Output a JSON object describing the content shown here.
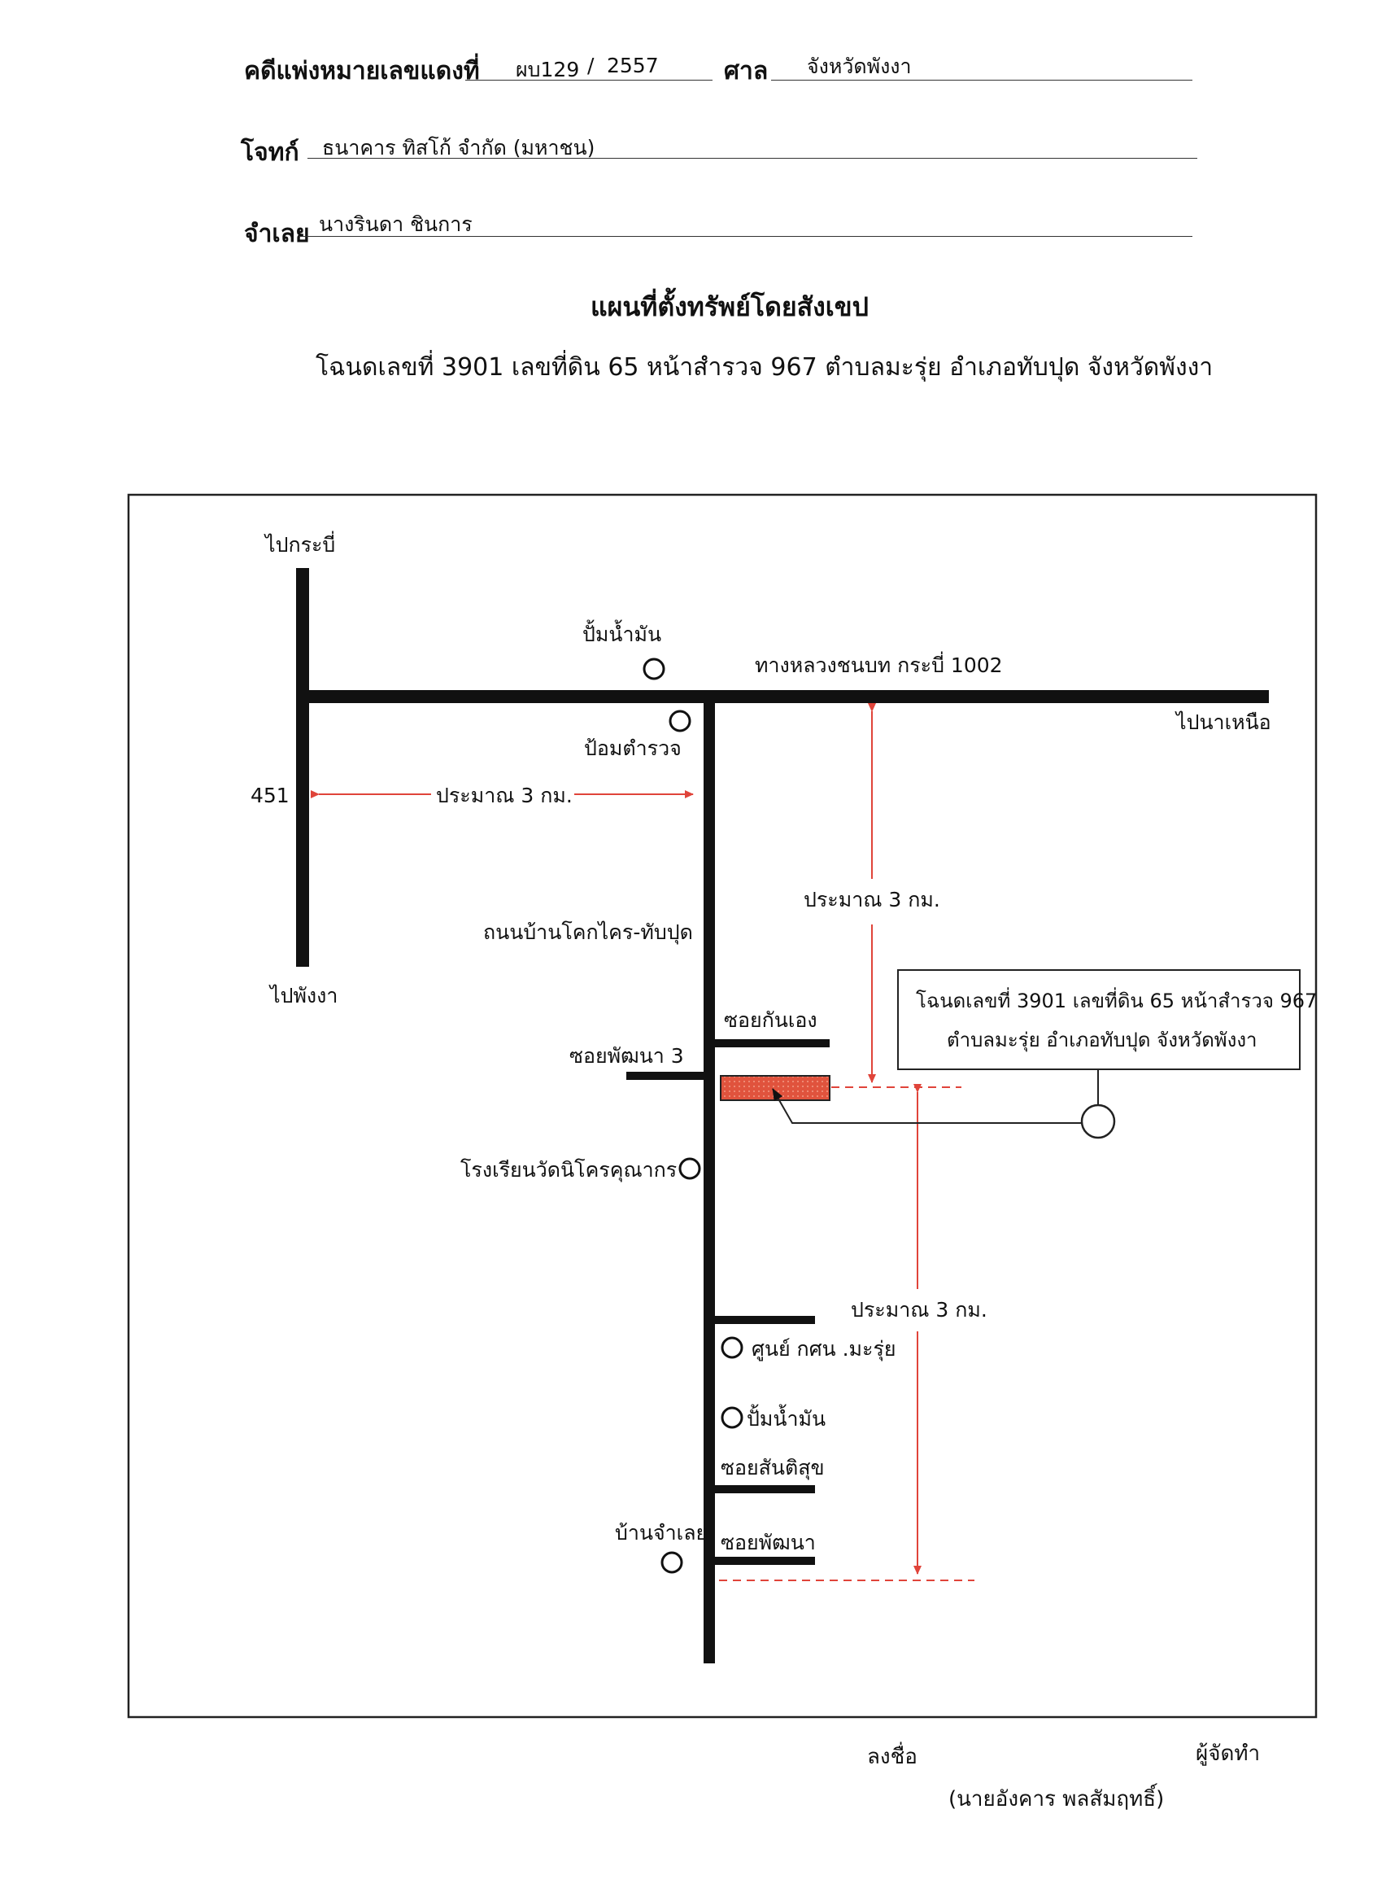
{
  "header": {
    "case_label": "คดีแพ่งหมายเลขแดงที่",
    "case_number": "ผบ129",
    "case_sep": "/",
    "case_year": "2557",
    "court_label": "ศาล",
    "court_value": "จังหวัดพังงา",
    "plaintiff_label": "โจทก์",
    "plaintiff_value": "ธนาคาร ทิสโก้ จำกัด (มหาชน)",
    "defendant_label": "จำเลย",
    "defendant_value": "นางรินดา ชินการ"
  },
  "title": "แผนที่ตั้งทรัพย์โดยสังเขป",
  "subtitle": "โฉนดเลขที่ 3901 เลขที่ดิน 65 หน้าสำรวจ 967 ตำบลมะรุ่ย อำเภอทับปุด จังหวัดพังงา",
  "map": {
    "labels": {
      "to_krabi": "ไปกระบี่",
      "to_phangnga": "ไปพังงา",
      "road_451": "451",
      "to_north": "ไปนาเหนือ",
      "rural_road": "ทางหลวงชนบท กระบี่ 1002",
      "gas_station_1": "ปั้มน้ำมัน",
      "police_box": "ป้อมตำรวจ",
      "approx_west": "ประมาณ 3 กม.",
      "approx_north": "ประมาณ 3 กม.",
      "approx_south": "ประมาณ 3 กม.",
      "main_road": "ถนนบ้านโคกไคร-ทับปุด",
      "soi_kanaeng": "ซอยกันเอง",
      "soi_phatthana3": "ซอยพัฒนา 3",
      "school": "โรงเรียนวัดนิโครคุณากร",
      "nfe_center": "ศูนย์ กศน .มะรุ่ย",
      "gas_station_2": "ปั้มน้ำมัน",
      "soi_santisuk": "ซอยสันติสุข",
      "defendant_house": "บ้านจำเลย",
      "soi_phatthana": "ซอยพัฒนา"
    },
    "callout_line1": "โฉนดเลขที่ 3901 เลขที่ดิน 65 หน้าสำรวจ 967",
    "callout_line2": "ตำบลมะรุ่ย อำเภอทับปุด จังหวัดพังงา",
    "colors": {
      "road": "#111111",
      "measure": "#e0443a",
      "property": "#e0533d"
    }
  },
  "footer": {
    "sign_label": "ลงชื่อ",
    "role": "ผู้จัดทำ",
    "name": "(นายอังคาร พลสัมฤทธิ์)"
  }
}
